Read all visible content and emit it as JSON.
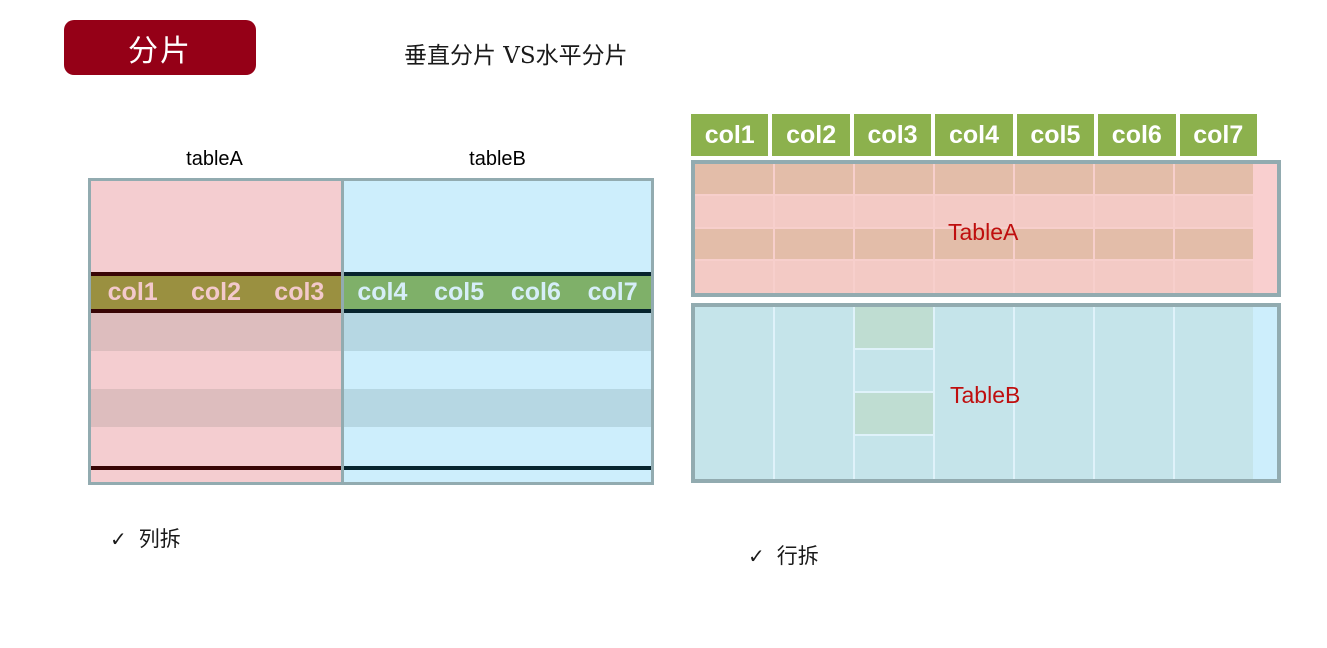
{
  "header": {
    "badge_label": "分片",
    "badge_color": "#950017",
    "subtitle": "垂直分片 VS水平分片"
  },
  "vertical_sharding": {
    "table_a_label": "tableA",
    "table_b_label": "tableB",
    "table_a_columns": [
      "col1",
      "col2",
      "col3"
    ],
    "table_b_columns": [
      "col4",
      "col5",
      "col6",
      "col7"
    ],
    "table_a_band_color": "#9a9040",
    "table_a_band_text_color": "#f3c9cb",
    "table_a_fill": "#f4cdd0",
    "table_b_band_color": "#7fb069",
    "table_b_band_text_color": "#d6eef8",
    "table_b_fill": "#cdeefc",
    "note": "列拆",
    "note_check": "✓"
  },
  "horizontal_sharding": {
    "columns": [
      "col1",
      "col2",
      "col3",
      "col4",
      "col5",
      "col6",
      "col7"
    ],
    "column_header_color": "#8cb14d",
    "column_header_text_color": "#ffffff",
    "table_a_label": "TableA",
    "table_b_label": "TableB",
    "label_color": "#bf0e0e",
    "table_a_fill": "#f9cfcf",
    "table_b_fill": "#cdeefc",
    "highlight_fill": "#bfddd2",
    "note": "行拆",
    "note_check": "✓"
  }
}
